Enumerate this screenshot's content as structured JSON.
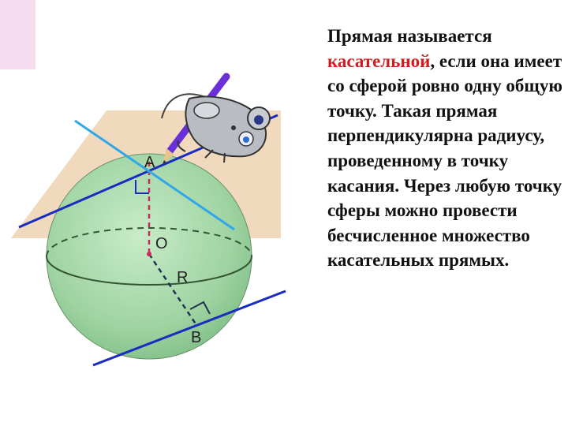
{
  "slide": {
    "paragraph": {
      "part1": "Прямая называется ",
      "highlight": "касательной",
      "part2": ", если она имеет со сферой ровно одну общую точку. Такая прямая перпендикулярна радиусу, проведенному в точку касания. Через любую точку сферы можно провести бесчисленное множество касательных прямых."
    },
    "highlight_color": "#cc1f1f"
  },
  "figure": {
    "labels": {
      "A": "A",
      "O": "O",
      "R": "R",
      "B": "B"
    },
    "icons": [
      "sphere-icon",
      "tangent-plane-icon",
      "pencil-icon",
      "cartoon-mouse-icon"
    ],
    "colors": {
      "sphere": "#a6d6a6",
      "plane": "#f0d9bd",
      "line_dark": "#1a2cc0",
      "line_light": "#2fa7e8",
      "radius": "#cc2a5a",
      "pencil": "#6a2fd8"
    }
  }
}
